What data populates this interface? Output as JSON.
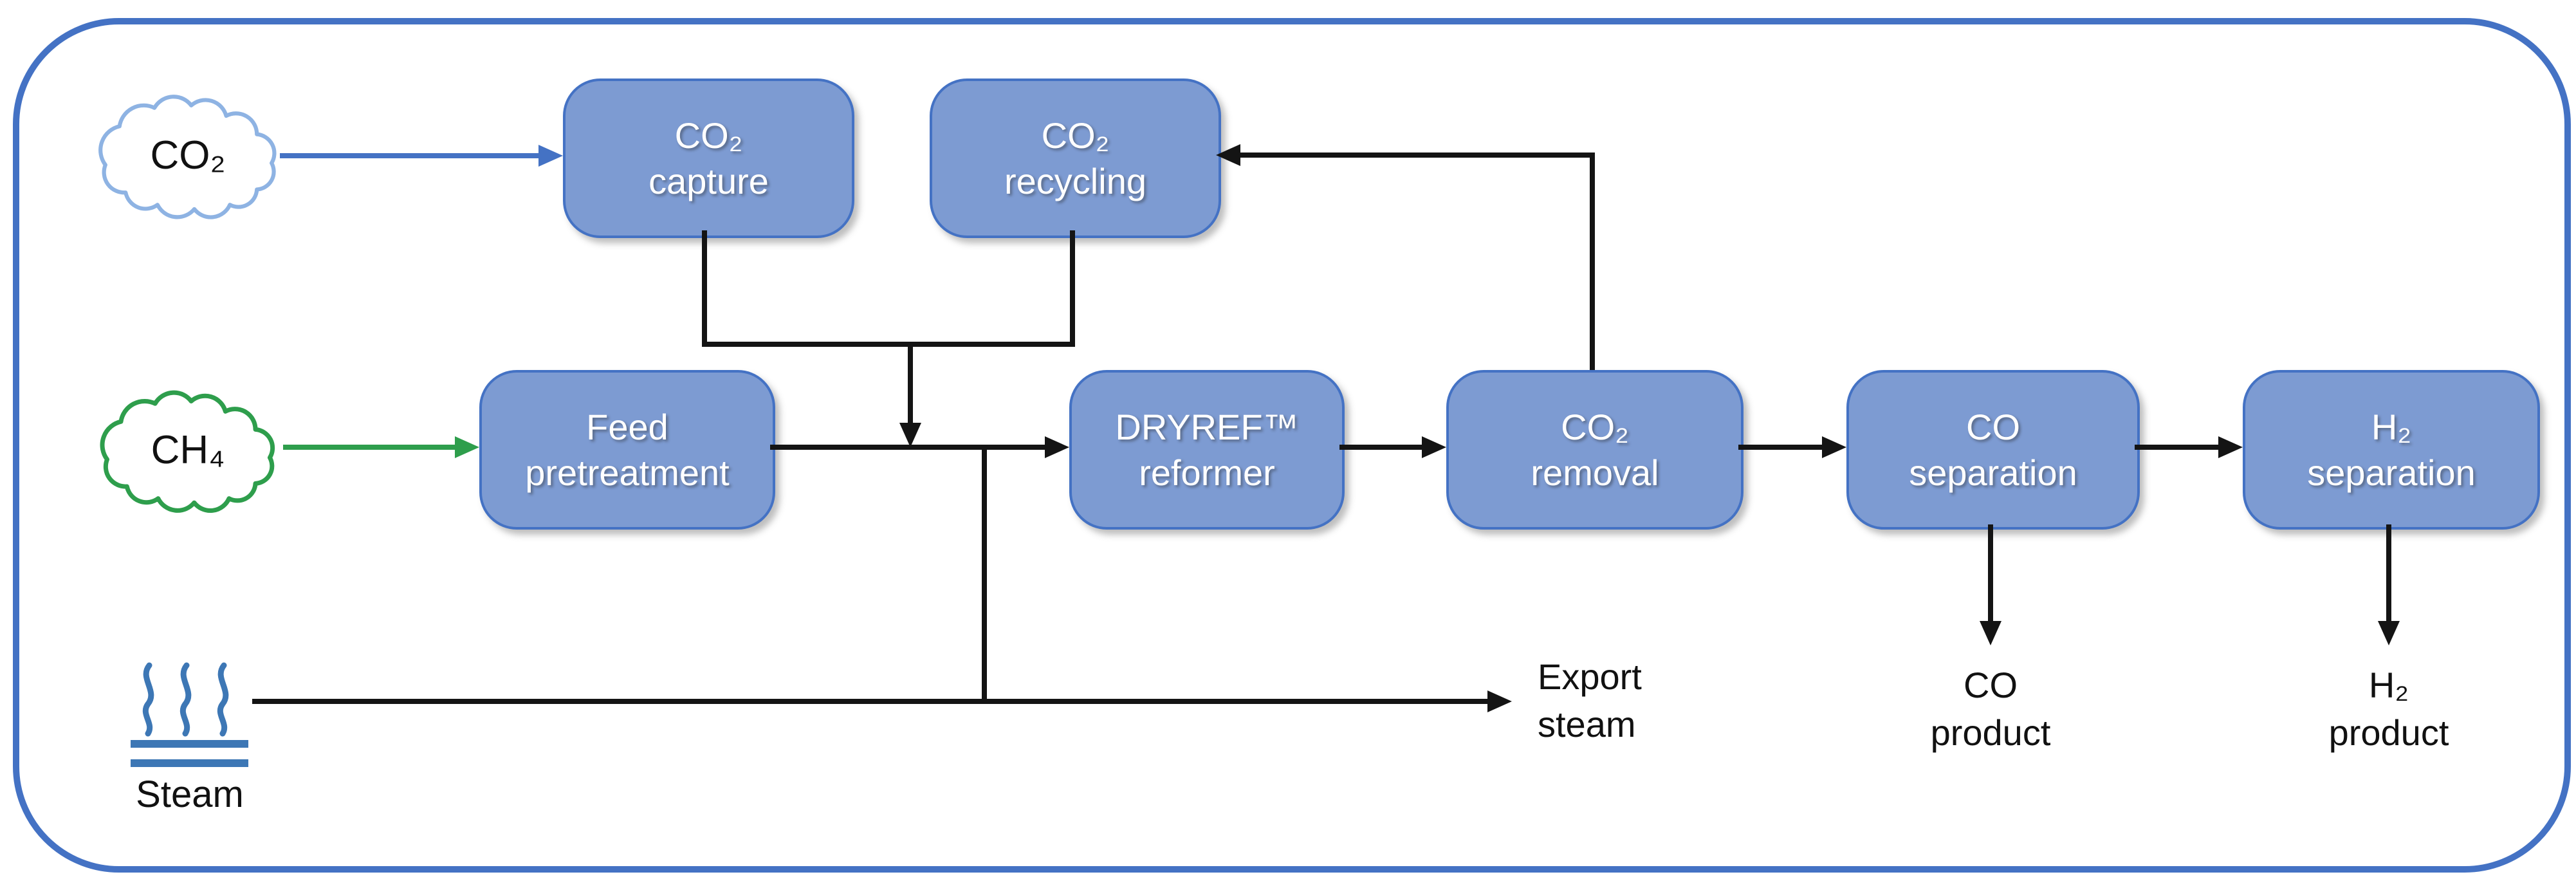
{
  "colors": {
    "frame_blue": "#4472C4",
    "node_fill": "#7D9BD2",
    "node_border": "#4472C4",
    "node_text": "#FFFFFF",
    "line_black": "#141414",
    "co2_arrow_blue": "#4472C4",
    "ch4_arrow_green": "#2E9E4C",
    "co2_cloud_outline": "#8EB3E3",
    "ch4_cloud_outline": "#2E9E4C",
    "steam_icon_blue": "#3D77B5",
    "label_text": "#111111"
  },
  "nodes": {
    "co2_capture": {
      "line1": "CO₂",
      "line2": "capture"
    },
    "co2_recycling": {
      "line1": "CO₂",
      "line2": "recycling"
    },
    "feed_pretreatment": {
      "line1": "Feed",
      "line2": "pretreatment"
    },
    "dryref_reformer": {
      "line1": "DRYREF™",
      "line2": "reformer"
    },
    "co2_removal": {
      "line1": "CO₂",
      "line2": "removal"
    },
    "co_separation": {
      "line1": "CO",
      "line2": "separation"
    },
    "h2_separation": {
      "line1": "H₂",
      "line2": "separation"
    }
  },
  "inputs": {
    "co2_cloud": {
      "label": "CO₂"
    },
    "ch4_cloud": {
      "label": "CH₄"
    },
    "steam": {
      "label": "Steam"
    }
  },
  "outputs": {
    "export_steam": {
      "line1": "Export",
      "line2": "steam"
    },
    "co_product": {
      "line1": "CO",
      "line2": "product"
    },
    "h2_product": {
      "line1": "H₂",
      "line2": "product"
    }
  }
}
